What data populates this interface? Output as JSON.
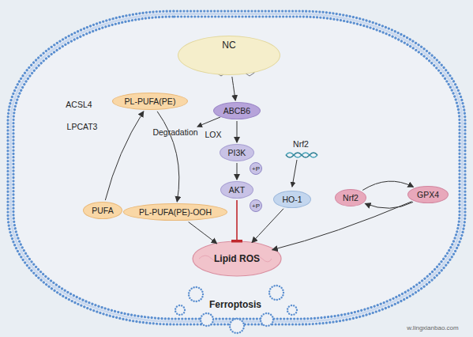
{
  "diagram": {
    "nodes": [
      {
        "text": [
          "NC"
        ]
      },
      {
        "text": [
          "ABCB6"
        ]
      },
      {
        "text": [
          "PI3K"
        ]
      },
      {
        "text": [
          "+P"
        ]
      },
      {
        "text": [
          "AKT"
        ]
      },
      {
        "text": [
          "+P"
        ]
      },
      {
        "text": [
          "HO-1"
        ]
      },
      {
        "text": [
          "Nrf2"
        ]
      },
      {
        "text": [
          "GPX4"
        ]
      },
      {
        "text": [
          "PL-PUFA(PE)"
        ]
      },
      {
        "text": [
          "PUFA"
        ]
      },
      {
        "text": [
          "PL-PUFA(PE)-OOH"
        ]
      },
      {
        "text": [
          "Lipid ROS"
        ]
      }
    ],
    "edges": [
      {
        "from": 0,
        "to": 1,
        "arrow": "to"
      },
      {
        "from": 1,
        "to": 2,
        "arrow": "to"
      },
      {
        "from": 2,
        "to": 4,
        "arrow": "to"
      },
      {
        "from": 4,
        "to": 12,
        "arrow": "to"
      },
      {
        "from": 10,
        "to": 9,
        "arrow": "to"
      },
      {
        "from": 9,
        "to": 11,
        "arrow": "to"
      },
      {
        "from": 11,
        "to": 12,
        "arrow": "to"
      },
      {
        "from": 6,
        "to": 12,
        "arrow": "to"
      },
      {
        "from": 7,
        "to": 8,
        "arrow": "to"
      },
      {
        "from": 8,
        "to": 7,
        "arrow": "to"
      },
      {
        "from": 8,
        "to": 12,
        "arrow": "to"
      }
    ],
    "labels": [
      "Degradation",
      "Nrf2",
      "ACSL4",
      "LPCAT3",
      "LOX",
      "Ferroptosis",
      "w.lingxianbao.com"
    ]
  }
}
